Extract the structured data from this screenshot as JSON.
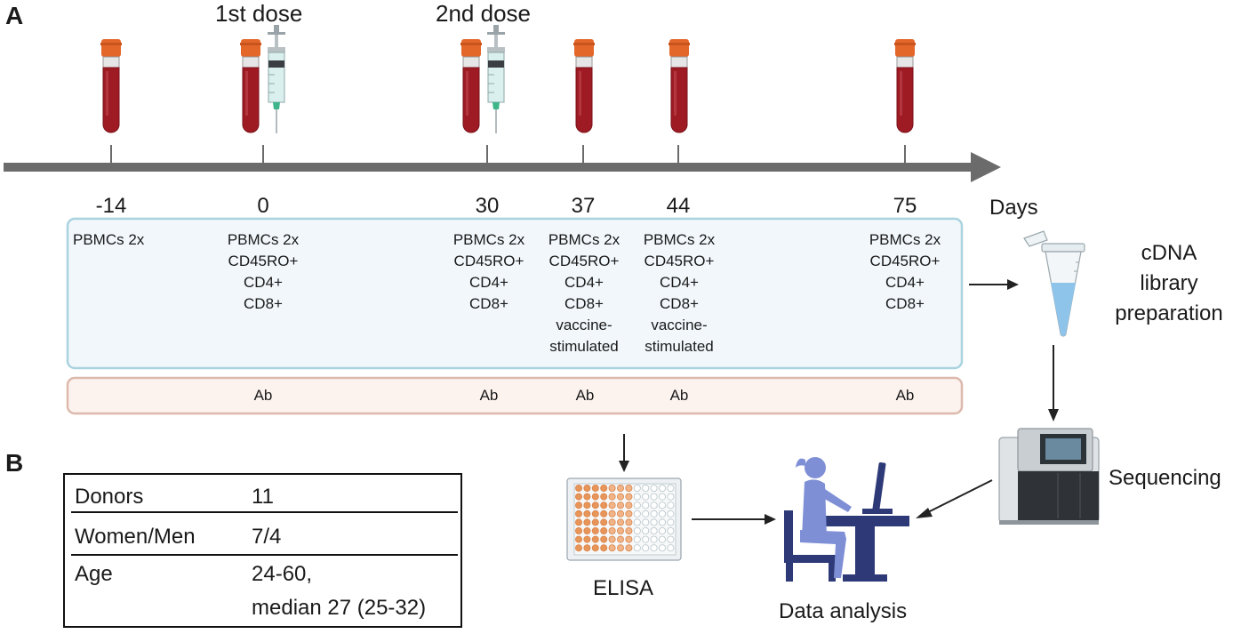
{
  "panel_a_label": "A",
  "panel_b_label": "B",
  "doses": {
    "first": "1st dose",
    "second": "2nd dose"
  },
  "timeline": {
    "axis_label": "Days",
    "days": [
      "-14",
      "0",
      "30",
      "37",
      "44",
      "75"
    ],
    "samples": [
      {
        "lines": [
          "PBMCs 2x"
        ]
      },
      {
        "lines": [
          "PBMCs 2x",
          "CD45RO+",
          "CD4+",
          "CD8+"
        ]
      },
      {
        "lines": [
          "PBMCs 2x",
          "CD45RO+",
          "CD4+",
          "CD8+"
        ]
      },
      {
        "lines": [
          "PBMCs 2x",
          "CD45RO+",
          "CD4+",
          "CD8+",
          "vaccine-",
          "stimulated"
        ]
      },
      {
        "lines": [
          "PBMCs 2x",
          "CD45RO+",
          "CD4+",
          "CD8+",
          "vaccine-",
          "stimulated"
        ]
      },
      {
        "lines": [
          "PBMCs 2x",
          "CD45RO+",
          "CD4+",
          "CD8+"
        ]
      }
    ],
    "antibody": [
      "",
      "Ab",
      "Ab",
      "Ab",
      "Ab",
      "Ab"
    ]
  },
  "workflow": {
    "cdna": [
      "cDNA",
      "library",
      "preparation"
    ],
    "sequencing": "Sequencing",
    "elisa": "ELISA",
    "data_analysis": "Data analysis"
  },
  "cohort_table": {
    "rows": [
      {
        "label": "Donors",
        "value": "11"
      },
      {
        "label": "Women/Men",
        "value": "7/4"
      },
      {
        "label": "Age",
        "value": "24-60,",
        "value2": "median 27 (25-32)"
      }
    ]
  },
  "colors": {
    "axis": "#6b6b6b",
    "blood": "#9e1b24",
    "cap": "#e4672a",
    "sample_box_border": "#a9d3df",
    "sample_box_fill": "#f1f7fb",
    "ab_box_border": "#dcb9ac",
    "ab_box_fill": "#fcf3ef",
    "person": "#7f8fd6",
    "desk": "#2e3a78"
  }
}
